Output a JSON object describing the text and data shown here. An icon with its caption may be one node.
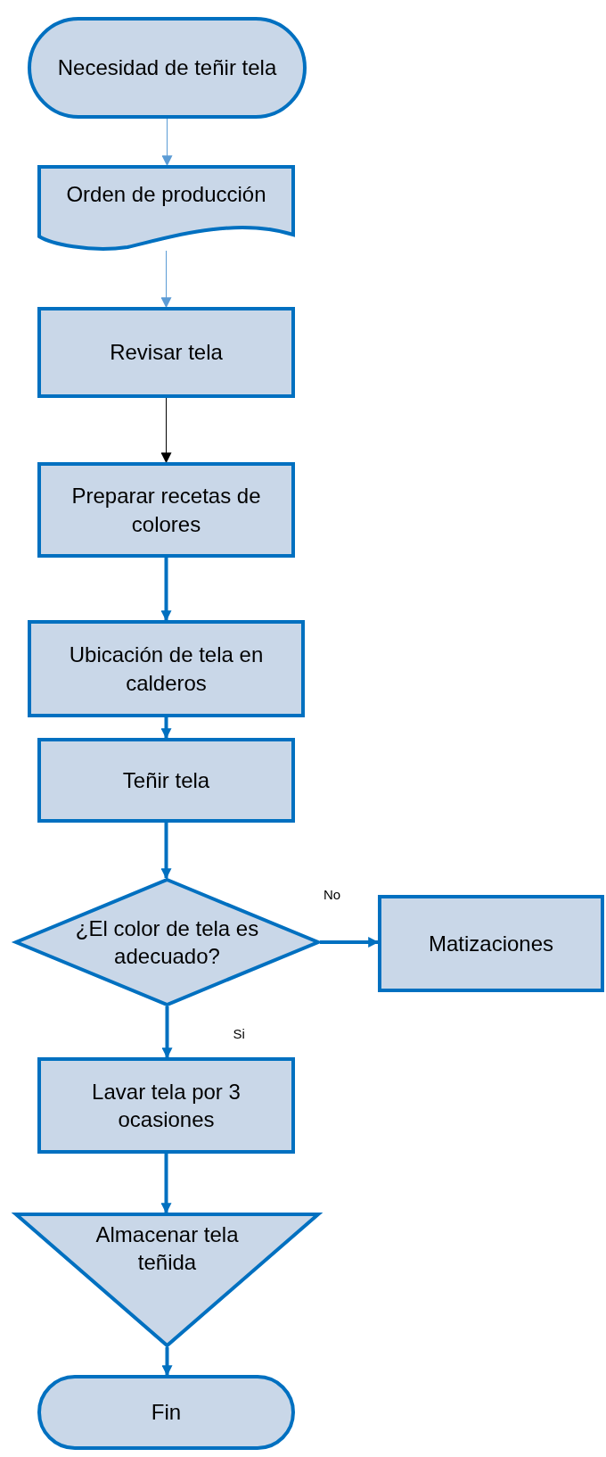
{
  "diagram": {
    "nodes": [
      {
        "text": [
          "Necesidad de teñir tela"
        ]
      },
      {
        "text": [
          "Orden de producción"
        ]
      },
      {
        "text": [
          "Revisar tela"
        ]
      },
      {
        "text": [
          "Preparar recetas de colores"
        ]
      },
      {
        "text": [
          "Ubicación de tela en calderos"
        ]
      },
      {
        "text": [
          "Teñir tela"
        ]
      },
      {
        "text": [
          "¿El color de tela es adecuado?"
        ]
      },
      {
        "text": [
          "Matizaciones"
        ]
      },
      {
        "text": [
          "Lavar tela por 3 ocasiones"
        ]
      },
      {
        "text": [
          "Almacenar tela teñida"
        ]
      },
      {
        "text": [
          "Fin"
        ]
      }
    ],
    "edges": [
      {
        "from": 0,
        "to": 1,
        "arrow": "to",
        "color": "#5b9bd5"
      },
      {
        "from": 1,
        "to": 2,
        "arrow": "to",
        "color": "#5b9bd5"
      },
      {
        "from": 2,
        "to": 3,
        "arrow": "to",
        "color": "#000000"
      },
      {
        "from": 3,
        "to": 4,
        "arrow": "to"
      },
      {
        "from": 4,
        "to": 5,
        "arrow": "to"
      },
      {
        "from": 5,
        "to": 6,
        "arrow": "to"
      },
      {
        "from": 6,
        "to": 7,
        "arrow": "to",
        "label": "No"
      },
      {
        "from": 6,
        "to": 8,
        "arrow": "to",
        "label": "Si"
      },
      {
        "from": 8,
        "to": 9,
        "arrow": "to"
      },
      {
        "from": 9,
        "to": 10,
        "arrow": "to"
      }
    ]
  }
}
